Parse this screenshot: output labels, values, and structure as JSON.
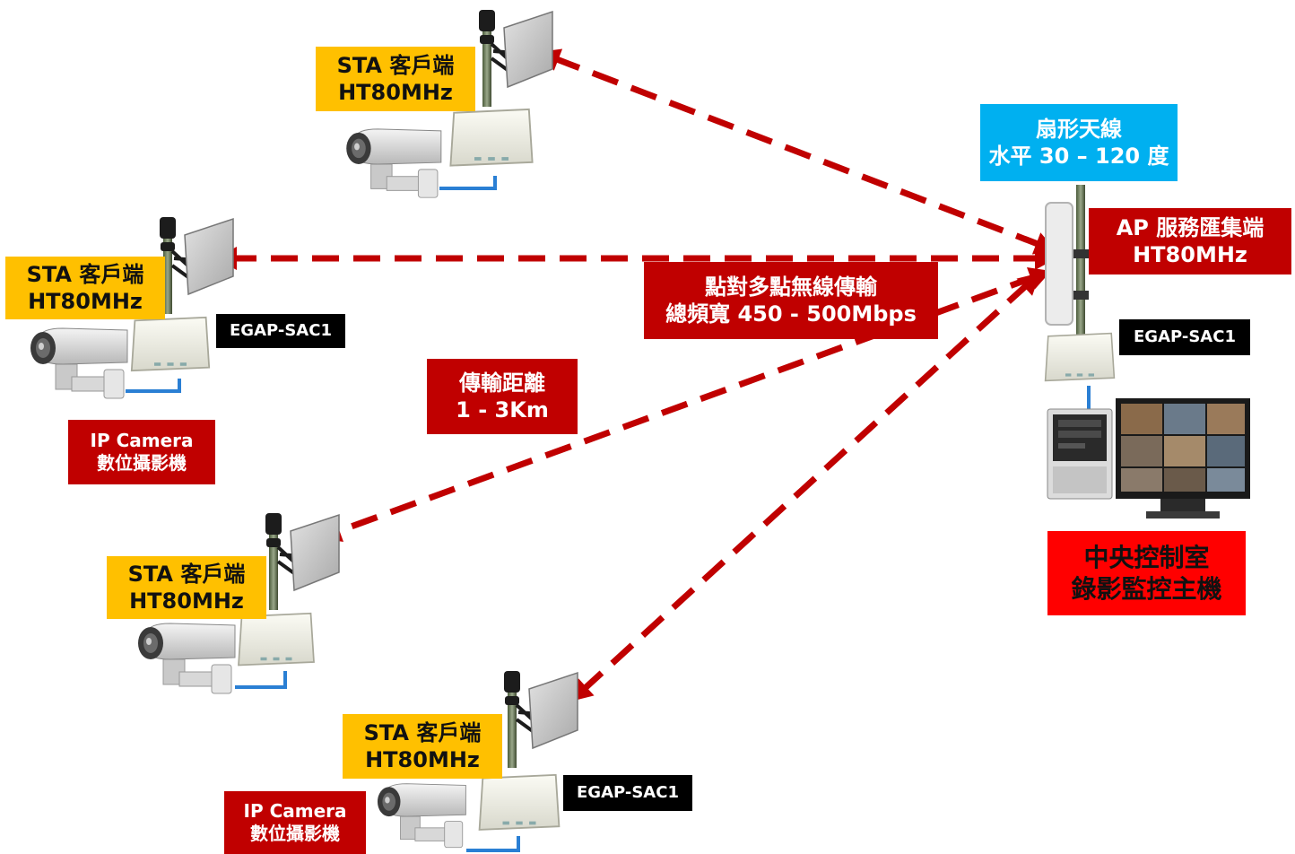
{
  "link_color": "#c00000",
  "sector_antenna": {
    "line1": "扇形天線",
    "line2": "水平 30 – 120 度"
  },
  "ap": {
    "line1": "AP 服務匯集端",
    "line2": "HT80MHz",
    "model": "EGAP-SAC1"
  },
  "link_info": {
    "line1": "點對多點無線傳輸",
    "line2": "總頻寬 450 - 500Mbps"
  },
  "distance": {
    "line1": "傳輸距離",
    "line2": "1 - 3Km"
  },
  "control_room": {
    "line1": "中央控制室",
    "line2": "錄影監控主機"
  },
  "stations": [
    {
      "line1": "STA 客戶端",
      "line2": "HT80MHz"
    },
    {
      "line1": "STA 客戶端",
      "line2": "HT80MHz",
      "model": "EGAP-SAC1",
      "camera_line1": "IP Camera",
      "camera_line2": "數位攝影機"
    },
    {
      "line1": "STA 客戶端",
      "line2": "HT80MHz"
    },
    {
      "line1": "STA 客戶端",
      "line2": "HT80MHz",
      "model": "EGAP-SAC1",
      "camera_line1": "IP Camera",
      "camera_line2": "數位攝影機"
    }
  ],
  "icons": [
    "panel-antenna-icon",
    "radio-box-icon",
    "ip-camera-icon",
    "sector-antenna-icon",
    "pc-tower-icon",
    "monitor-icon"
  ]
}
